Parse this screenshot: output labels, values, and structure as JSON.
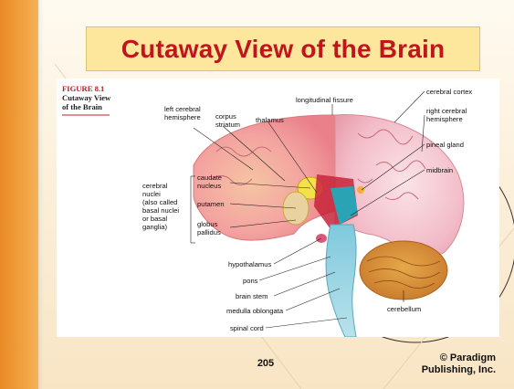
{
  "slide": {
    "title": "Cutaway View of the Brain",
    "page_number": "205",
    "copyright_line1": "© Paradigm",
    "copyright_line2": "Publishing, Inc."
  },
  "figure": {
    "number": "FIGURE 8.1",
    "caption_line1": "Cutaway View",
    "caption_line2": "of the Brain",
    "labels": {
      "left_cerebral_hemisphere_1": "left cerebral",
      "left_cerebral_hemisphere_2": "hemisphere",
      "corpus_striatum_1": "corpus",
      "corpus_striatum_2": "striatum",
      "thalamus": "thalamus",
      "longitudinal_fissure": "longitudinal fissure",
      "cerebral_cortex": "cerebral cortex",
      "right_cerebral_hemisphere_1": "right cerebral",
      "right_cerebral_hemisphere_2": "hemisphere",
      "pineal_gland": "pineal gland",
      "midbrain": "midbrain",
      "cerebral_nuclei_1": "cerebral",
      "cerebral_nuclei_2": "nuclei",
      "cerebral_nuclei_3": "(also called",
      "cerebral_nuclei_4": "basal nuclei",
      "cerebral_nuclei_5": "or basal",
      "cerebral_nuclei_6": "ganglia)",
      "caudate_nucleus_1": "caudate",
      "caudate_nucleus_2": "nucleus",
      "putamen": "putamen",
      "globus_pallidus_1": "globus",
      "globus_pallidus_2": "pallidus",
      "hypothalamus": "hypothalamus",
      "pons": "pons",
      "brain_stem": "brain stem",
      "medulla_oblongata": "medulla oblongata",
      "spinal_cord": "spinal cord",
      "cerebellum": "cerebellum"
    }
  },
  "colors": {
    "title_text": "#c0151c",
    "title_box": "#fde79c",
    "left_bar": "#e98a26"
  }
}
